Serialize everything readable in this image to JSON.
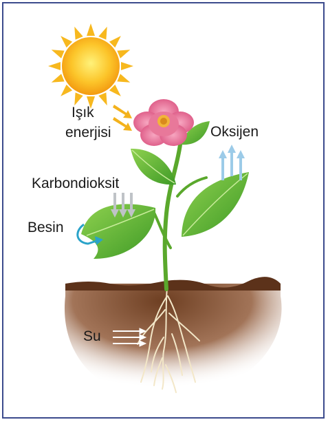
{
  "labels": {
    "light_energy": [
      "Işık",
      "enerjisi"
    ],
    "oxygen": "Oksijen",
    "carbon_dioxide": "Karbondioksit",
    "food": "Besin",
    "water": "Su"
  },
  "colors": {
    "frame": "#3b4a8c",
    "sun": "#f7b81e",
    "petal": "#e8789a",
    "leaf": "#5cb531",
    "soil": "#7a4a2c",
    "oxygen_arrow": "#9ccbe8",
    "co2_arrow": "#bfc3c7",
    "food_arrow": "#2aa3c9",
    "light_arrow": "#f3b21c"
  }
}
